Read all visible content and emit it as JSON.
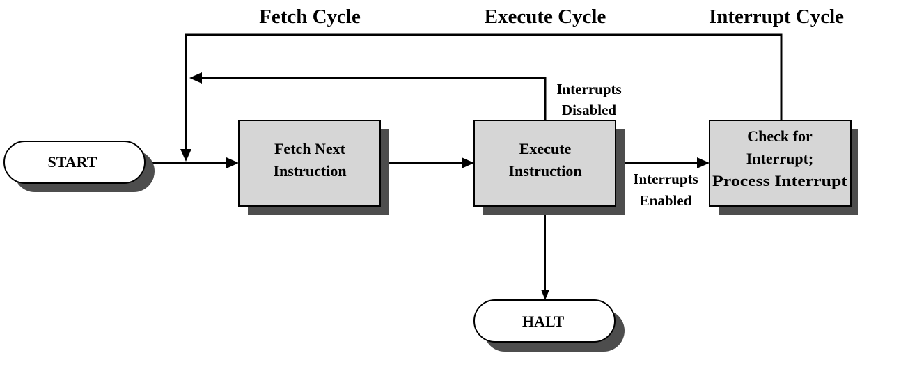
{
  "phases": {
    "fetch": "Fetch Cycle",
    "execute": "Execute Cycle",
    "interrupt": "Interrupt Cycle"
  },
  "nodes": {
    "start": "START",
    "fetch": [
      "Fetch Next",
      "Instruction"
    ],
    "execute": [
      "Execute",
      "Instruction"
    ],
    "check": [
      "Check for",
      "Interrupt;",
      "Process Interrupt"
    ],
    "halt": "HALT"
  },
  "edge_labels": {
    "interrupts_disabled": [
      "Interrupts",
      "Disabled"
    ],
    "interrupts_enabled": [
      "Interrupts",
      "Enabled"
    ]
  },
  "colors": {
    "box_fill": "#d6d6d6",
    "shadow": "#4d4d4d",
    "line": "#000000"
  }
}
